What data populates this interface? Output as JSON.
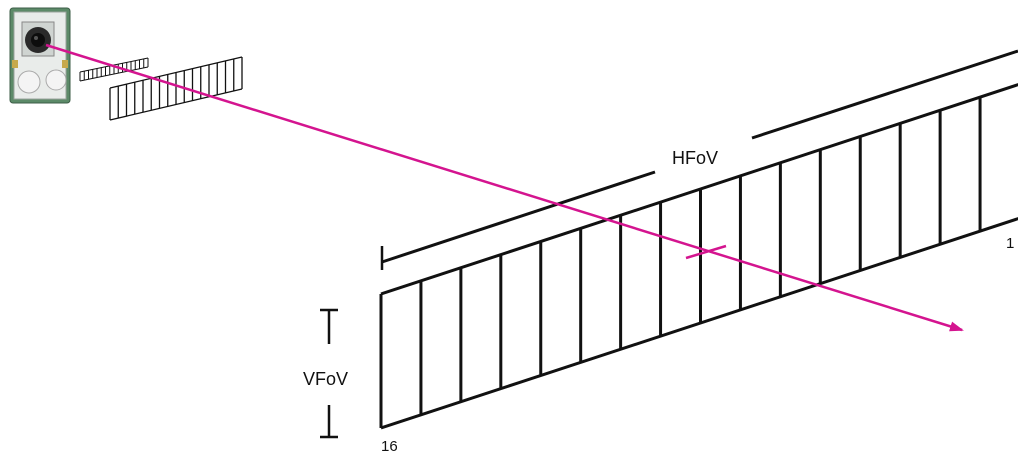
{
  "labels": {
    "hfov": "HFoV",
    "vfov": "VFoV",
    "segment_first": "1",
    "segment_last": "16"
  },
  "segments": 16,
  "colors": {
    "ray": "#d4148f",
    "lines": "#111111",
    "sensor_board": "#4a7a5a",
    "sensor_lens": "#1a1a1a",
    "sensor_body": "#e6e6e6"
  }
}
